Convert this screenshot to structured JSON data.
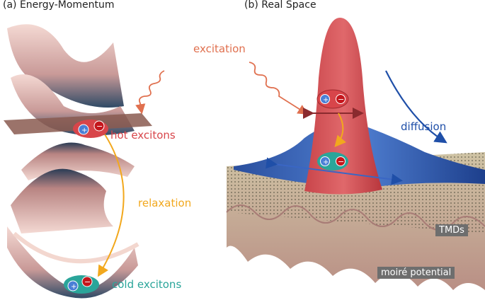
{
  "panel_a": {
    "title": "(a) Energy-Momentum"
  },
  "panel_b": {
    "title": "(b) Real Space"
  },
  "labels": {
    "excitation": "excitation",
    "hot_excitons": "hot excitons",
    "relaxation": "relaxation",
    "cold_excitons": "cold excitons",
    "diffusion": "diffusion",
    "tmds": "TMDs",
    "moire_potential": "moiré potential"
  },
  "colors": {
    "excitation": "#e0704f",
    "hot": "#d8454a",
    "relaxation": "#f2a81d",
    "cold": "#2aa59a",
    "diffusion": "#1f4fa8"
  }
}
